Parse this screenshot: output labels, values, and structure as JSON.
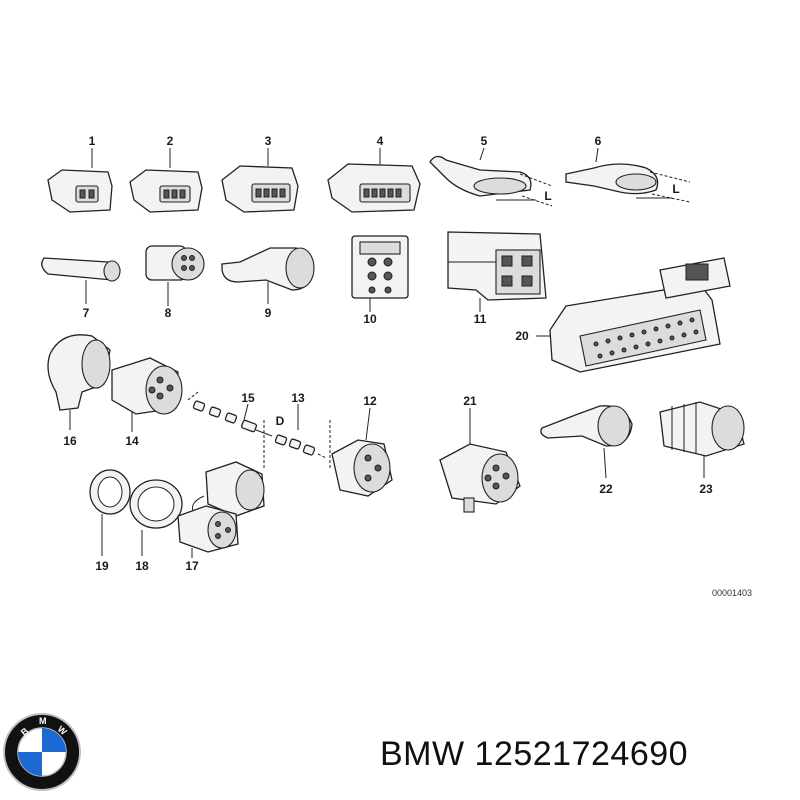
{
  "labels": {
    "p1": "1",
    "p2": "2",
    "p3": "3",
    "p4": "4",
    "p5": "5",
    "p6": "6",
    "p7": "7",
    "p8": "8",
    "p9": "9",
    "p10": "10",
    "p11": "11",
    "p12": "12",
    "p13": "13",
    "p14": "14",
    "p15": "15",
    "p16": "16",
    "p17": "17",
    "p18": "18",
    "p19": "19",
    "p20": "20",
    "p21": "21",
    "p22": "22",
    "p23": "23",
    "dim_L1": "L",
    "dim_L2": "L",
    "dim_D": "D"
  },
  "diagram_code": "00001403",
  "brand_logo": {
    "letters": "BMW",
    "colors": {
      "blue": "#1c69d4",
      "ring": "#111111",
      "white": "#ffffff"
    }
  },
  "caption": {
    "brand": "BMW",
    "part_number": "12521724690"
  }
}
